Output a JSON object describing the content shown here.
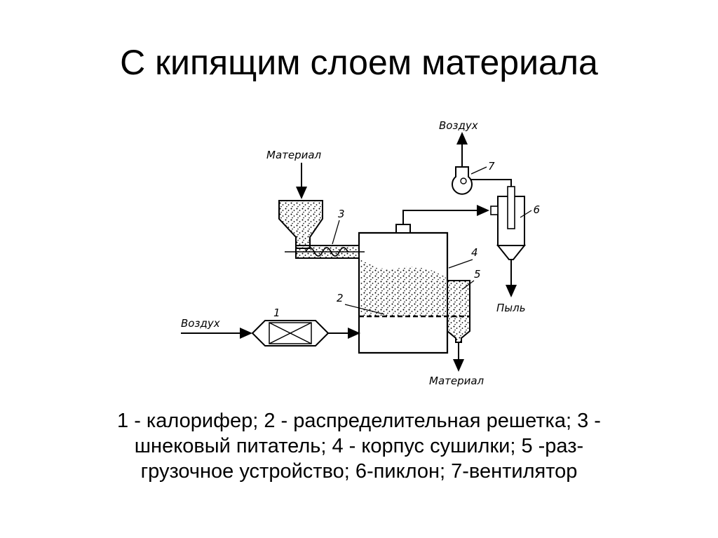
{
  "slide": {
    "title": "С кипящим слоем материала",
    "caption_lines": [
      "1 - калорифер; 2 - распределительная решетка; 3 -",
      "шнековый питатель; 4 - корпус сушилки; 5 -раз-",
      "грузочное устройство; 6-пиклон; 7-вентилятор"
    ]
  },
  "diagram": {
    "labels": {
      "material_in": "Материал",
      "material_out": "Материал",
      "air_in": "Воздух",
      "air_out": "Воздух",
      "dust": "Пыль"
    },
    "callouts": [
      "1",
      "2",
      "3",
      "4",
      "5",
      "6",
      "7"
    ]
  }
}
